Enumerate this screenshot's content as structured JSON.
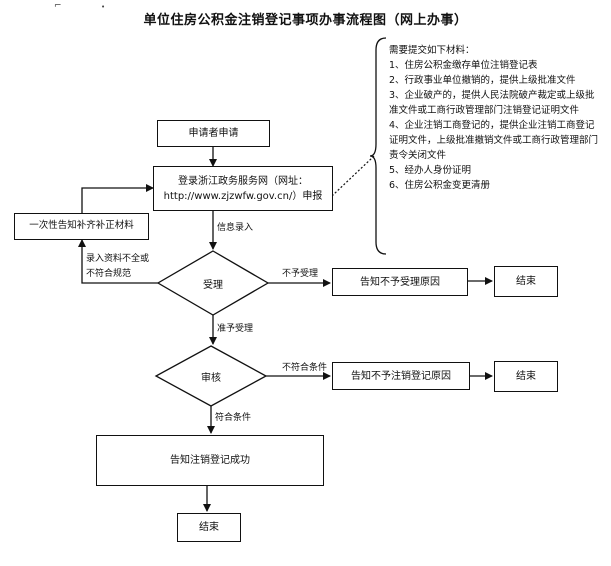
{
  "title": "单位住房公积金注销登记事项办事流程图（网上办事）",
  "nodes": {
    "apply": "申请者申请",
    "login_line1": "登录浙江政务服务网（网址：",
    "login_line2": "http://www.zjzwfw.gov.cn/）申报",
    "notify_supplement": "一次性告知补齐补正材料",
    "accept": "受理",
    "notify_reject_accept": "告知不予受理原因",
    "end_1": "结束",
    "review": "审核",
    "notify_reject_cancel": "告知不予注销登记原因",
    "end_2": "结束",
    "success": "告知注销登记成功",
    "end_3": "结束"
  },
  "edges": {
    "info_entry": "信息录入",
    "incomplete_line1": "录入资料不全或",
    "incomplete_line2": "不符合规范",
    "not_accept": "不予受理",
    "accept_yes": "准予受理",
    "not_meet": "不符合条件",
    "meet": "符合条件"
  },
  "materials": {
    "heading": "需要提交如下材料：",
    "items": [
      "1、住房公积金缴存单位注销登记表",
      "2、行政事业单位撤销的，提供上级批准文件",
      "3、企业破产的，提供人民法院破产裁定或上级批准文件或工商行政管理部门注销登记证明文件",
      "4、企业注销工商登记的，提供企业注销工商登记证明文件，上级批准撤销文件或工商行政管理部门责令关闭文件",
      "5、经办人身份证明",
      "6、住房公积金变更清册"
    ]
  }
}
